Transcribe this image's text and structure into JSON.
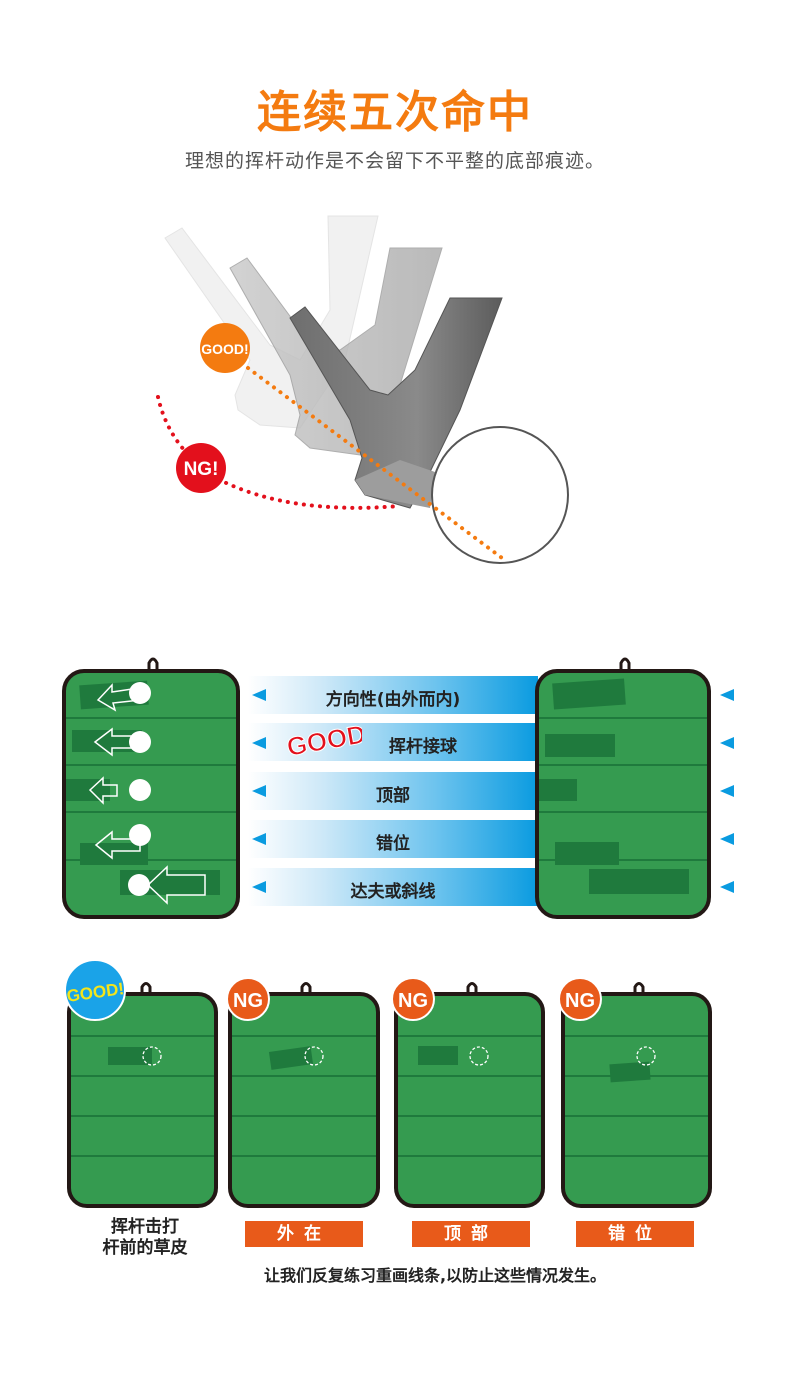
{
  "header": {
    "title": "连续五次命中",
    "subtitle": "理想的挥杆动作是不会留下不平整的底部痕迹。"
  },
  "swing_diagram": {
    "good_badge": "GOOD!",
    "ng_badge": "NG!",
    "colors": {
      "good": "#f47b10",
      "ng": "#e3101c",
      "club": "#888888"
    }
  },
  "comparison": {
    "rows": [
      {
        "label": "方向性(由外而内)"
      },
      {
        "label": "挥杆接球"
      },
      {
        "label": "顶部"
      },
      {
        "label": "错位"
      },
      {
        "label": "达夫或斜线"
      }
    ],
    "good_stamp": "GOOD!",
    "colors": {
      "mat": "#359b50",
      "divot": "#1f7a3d",
      "band": "#0a9be0",
      "stamp": "#e3101c"
    }
  },
  "mats": [
    {
      "badge": "GOOD!",
      "badge_type": "good",
      "caption_lines": [
        "挥杆击打",
        "杆前的草皮"
      ]
    },
    {
      "badge": "NG",
      "badge_type": "ng",
      "tag": "外在"
    },
    {
      "badge": "NG",
      "badge_type": "ng",
      "tag": "顶部"
    },
    {
      "badge": "NG",
      "badge_type": "ng",
      "tag": "错位"
    }
  ],
  "footer": {
    "note": "让我们反复练习重画线条,以防止这些情况发生。"
  },
  "colors": {
    "accent": "#f47b10",
    "tag": "#e85a1a",
    "good_badge": "#1aa3e8",
    "good_badge_text": "#f4e51b"
  }
}
